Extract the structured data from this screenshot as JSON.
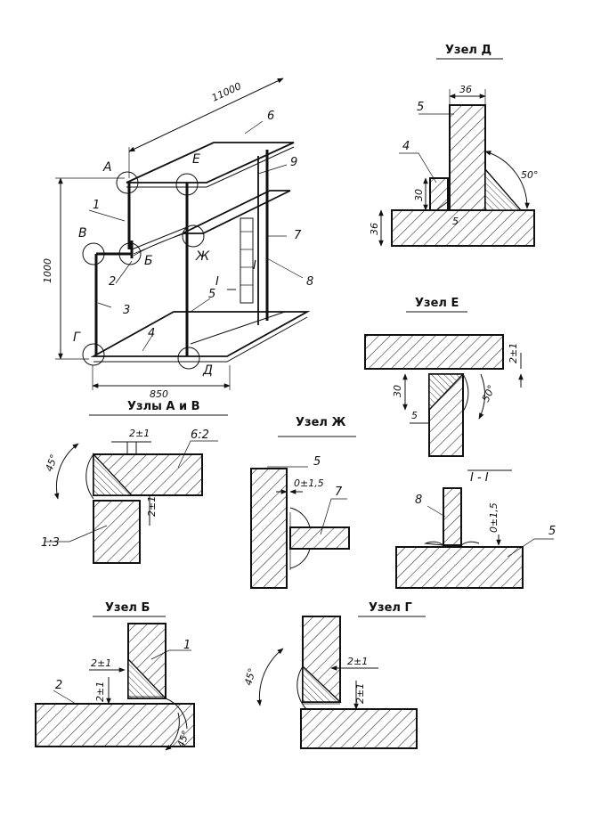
{
  "overview": {
    "dimensions": {
      "length": "11000",
      "height": "1000",
      "width": "850"
    },
    "node_labels": {
      "a": "А",
      "b": "Б",
      "v": "В",
      "g": "Г",
      "d": "Д",
      "e": "Е",
      "zh": "Ж"
    },
    "part_numbers": {
      "p1": "1",
      "p2": "2",
      "p3": "3",
      "p4": "4",
      "p5": "5",
      "p6": "6",
      "p7": "7",
      "p8": "8",
      "p9": "9"
    },
    "section_marks": {
      "upper": "I",
      "lower": "I"
    }
  },
  "detail_d": {
    "title": "Узел Д",
    "width_dim": "36",
    "height_dim": "36",
    "weld_dim": "30",
    "gap_dim": "5",
    "angle": "50°",
    "part_top": "5",
    "part_left": "4"
  },
  "detail_e": {
    "title": "Узел Е",
    "gap_dim": "2±1",
    "weld_dim": "30",
    "offset_dim": "5",
    "angle": "50°"
  },
  "detail_av": {
    "title": "Узлы А и В",
    "angle": "45°",
    "gap_top": "2±1",
    "ratio_right": "6:2",
    "gap_side": "2±1",
    "ratio_left": "1:3"
  },
  "detail_zh": {
    "title": "Узел Ж",
    "part_a": "5",
    "gap": "0±1,5",
    "part_b": "7"
  },
  "section_ii": {
    "title": "I - I",
    "part_a": "8",
    "gap": "0±1,5",
    "part_b": "5"
  },
  "detail_b": {
    "title": "Узел Б",
    "part_a": "1",
    "part_b": "2",
    "gap_top": "2±1",
    "gap_side": "2±1",
    "angle": "45°"
  },
  "detail_g": {
    "title": "Узел Г",
    "angle": "45°",
    "gap_top": "2±1",
    "gap_side": "2±1"
  }
}
